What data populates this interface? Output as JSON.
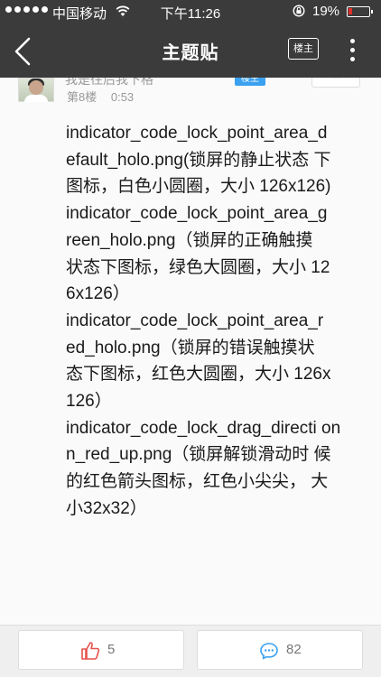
{
  "status_bar": {
    "carrier": "中国移动",
    "time": "下午11:26",
    "battery_percent": "19%",
    "battery_level": 0.19,
    "battery_color": "#e0302b"
  },
  "nav": {
    "title": "主题贴",
    "owner_only_label": "楼主",
    "icons": [
      "back-chevron-icon",
      "more-vertical-icon"
    ]
  },
  "post": {
    "author_name": "我是往后我下格",
    "level_badge": "楼主",
    "floor": "第8楼",
    "time": "0:53",
    "reply_button_label": "···",
    "content_lines": [
      "indicator_code_lock_point_area_d",
      "efault_holo.png(锁屏的静止状态 下",
      "图标，白色小圆圈，大小 126x126)",
      "indicator_code_lock_point_area_g",
      "reen_holo.png（锁屏的正确触摸",
      "状态下图标，绿色大圆圈，大小 12",
      "6x126）",
      "indicator_code_lock_point_area_r",
      "ed_holo.png（锁屏的错误触摸状",
      "态下图标，红色大圆圈，大小 126x",
      "126）",
      "indicator_code_lock_drag_directi on",
      "n_red_up.png（锁屏解锁滑动时 候",
      "的红色箭头图标，红色小尖尖， 大",
      "小32x32）"
    ]
  },
  "bottom_bar": {
    "like_count": "5",
    "comment_count": "82",
    "like_color": "#e5534b",
    "comment_color": "#3aa0f0"
  },
  "colors": {
    "topbar_bg": "#3b3b3b",
    "page_bg": "#fafafa"
  }
}
